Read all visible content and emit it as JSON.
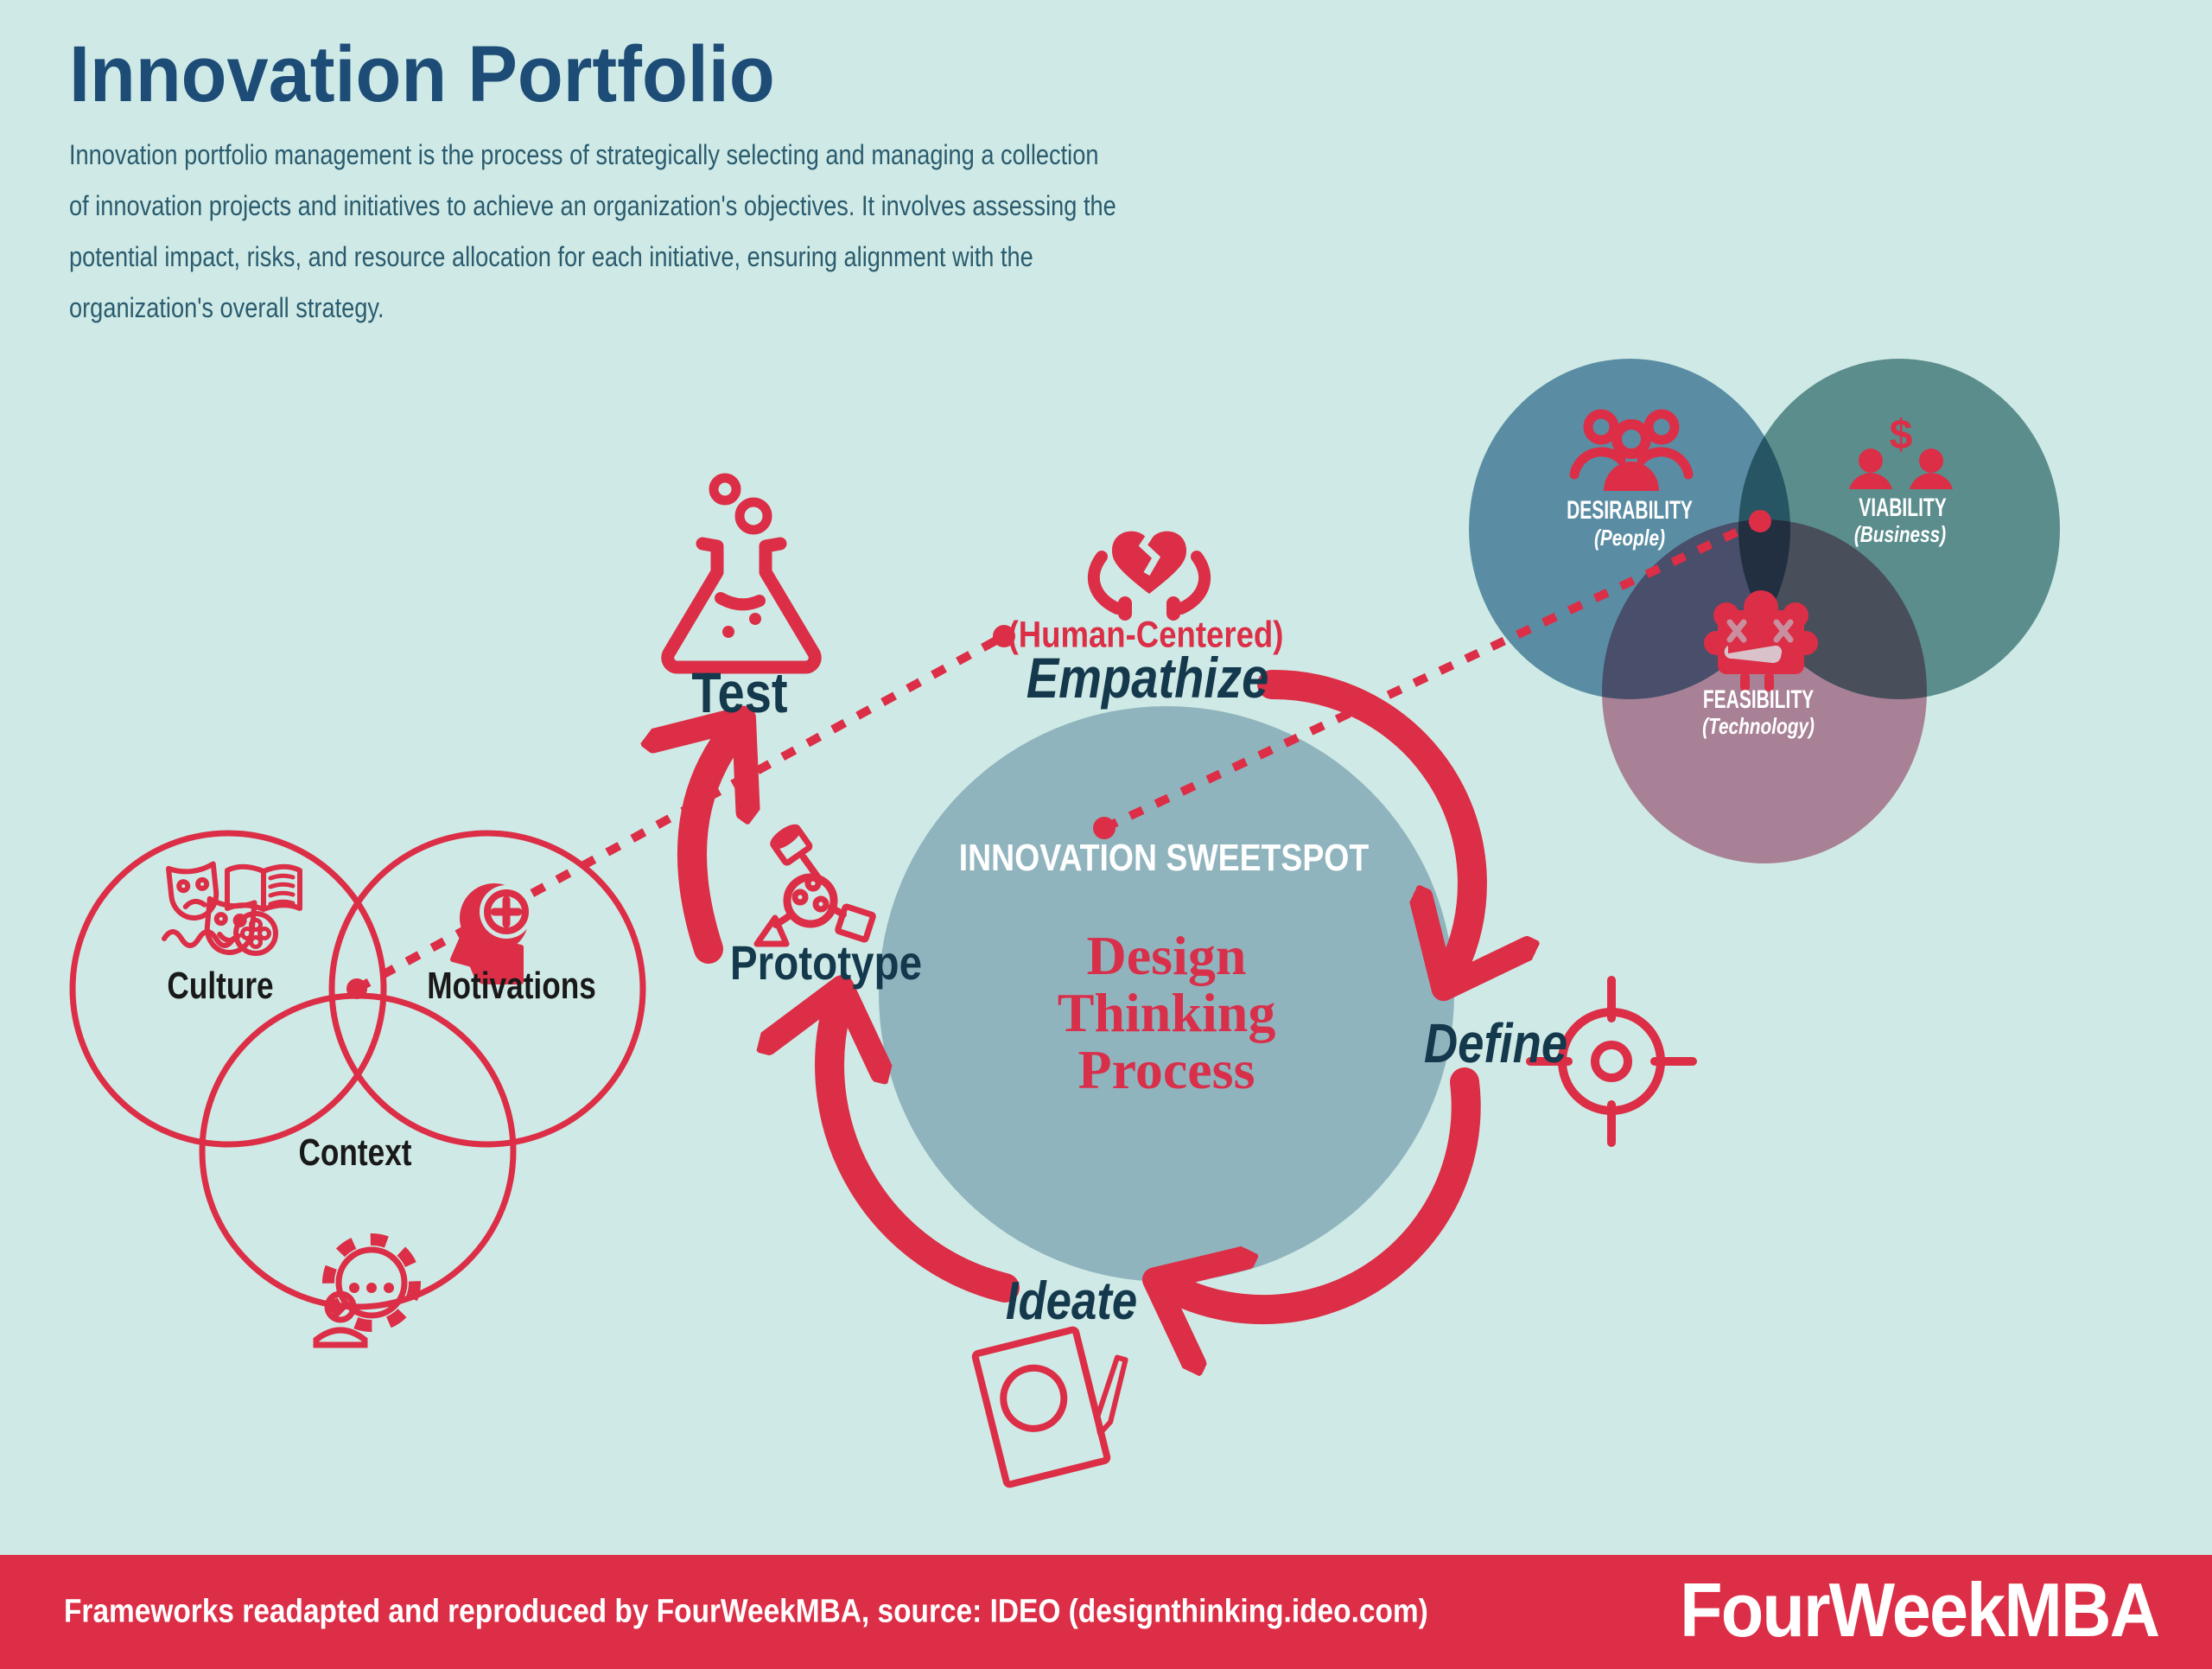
{
  "header": {
    "title": "Innovation Portfolio",
    "intro_lines": [
      "Innovation portfolio management is the process of strategically selecting and managing a collection",
      "of innovation projects and initiatives to achieve an organization's objectives. It involves assessing the",
      "potential impact, risks, and resource allocation for each initiative, ensuring alignment with the",
      "organization's overall strategy."
    ]
  },
  "process": {
    "center_top_label": "INNOVATION SWEETSPOT",
    "center_title_lines": [
      "Design",
      "Thinking",
      "Process"
    ],
    "stages": {
      "empathize": {
        "label": "Empathize",
        "note": "(Human-Centered)"
      },
      "define": {
        "label": "Define"
      },
      "ideate": {
        "label": "Ideate"
      },
      "prototype": {
        "label": "Prototype"
      },
      "test": {
        "label": "Test"
      }
    }
  },
  "sweet_spot_venn": {
    "circles": [
      {
        "label": "DESIRABILITY",
        "sublabel": "(People)"
      },
      {
        "label": "VIABILITY",
        "sublabel": "(Business)"
      },
      {
        "label": "FEASIBILITY",
        "sublabel": "(Technology)"
      }
    ]
  },
  "context_venn": {
    "circles": [
      {
        "label": "Culture"
      },
      {
        "label": "Motivations"
      },
      {
        "label": "Context"
      }
    ]
  },
  "footer": {
    "attribution": "Frameworks readapted and reproduced by FourWeekMBA, source: IDEO (designthinking.ideo.com)",
    "brand": "FourWeekMBA"
  },
  "icons": {
    "dollar_glyph": "$",
    "test": "flask-icon",
    "empathize": "hands-heart-icon",
    "define": "target-icon",
    "ideate": "sketchpad-pencil-icon",
    "prototype": "model-parts-icon",
    "desirability": "people-group-icon",
    "viability": "dollar-people-icon",
    "feasibility": "chip-icon",
    "culture": "masks-book-reel-icon",
    "motivations": "head-plus-icon",
    "context": "gear-person-icon"
  },
  "colors": {
    "background": "#cfeae6",
    "accent_red": "#dc2e46",
    "title_navy": "#1d4c77",
    "body_text": "#2a5b6e",
    "stage_label": "#15394c",
    "center_circle": "#90b4be",
    "center_title_red": "#d8304a",
    "venn_desirability": "#6f9ab5",
    "venn_viability": "#6f9a9b",
    "venn_feasibility": "#cf8da6",
    "dark_label": "#191919",
    "white": "#ffffff"
  }
}
